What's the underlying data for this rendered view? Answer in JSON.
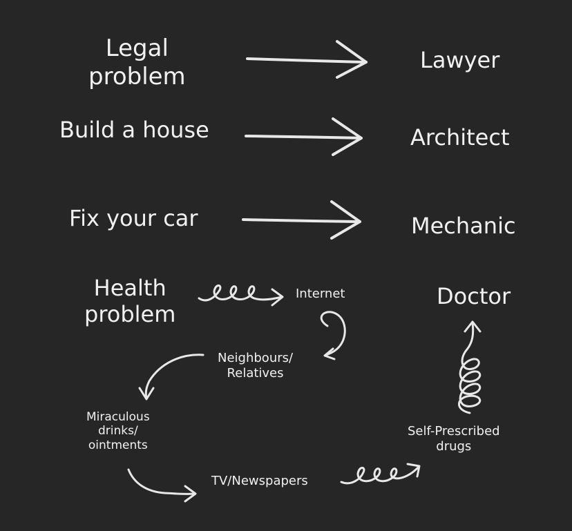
{
  "colors": {
    "background": "#262626",
    "text": "#f1f1f1",
    "stroke": "#e8e8e8"
  },
  "rows": [
    {
      "problem_line1": "Legal",
      "problem_line2": "problem",
      "expert": "Lawyer"
    },
    {
      "problem": "Build a house",
      "expert": "Architect"
    },
    {
      "problem": "Fix your car",
      "expert": "Mechanic"
    }
  ],
  "health": {
    "problem_line1": "Health",
    "problem_line2": "problem",
    "expert": "Doctor",
    "steps": {
      "internet": "Internet",
      "neighbours_line1": "Neighbours/",
      "neighbours_line2": "Relatives",
      "miracle_line1": "Miraculous",
      "miracle_line2": "drinks/",
      "miracle_line3": "ointments",
      "tv": "TV/Newspapers",
      "self_line1": "Self-Prescribed",
      "self_line2": "drugs"
    }
  }
}
